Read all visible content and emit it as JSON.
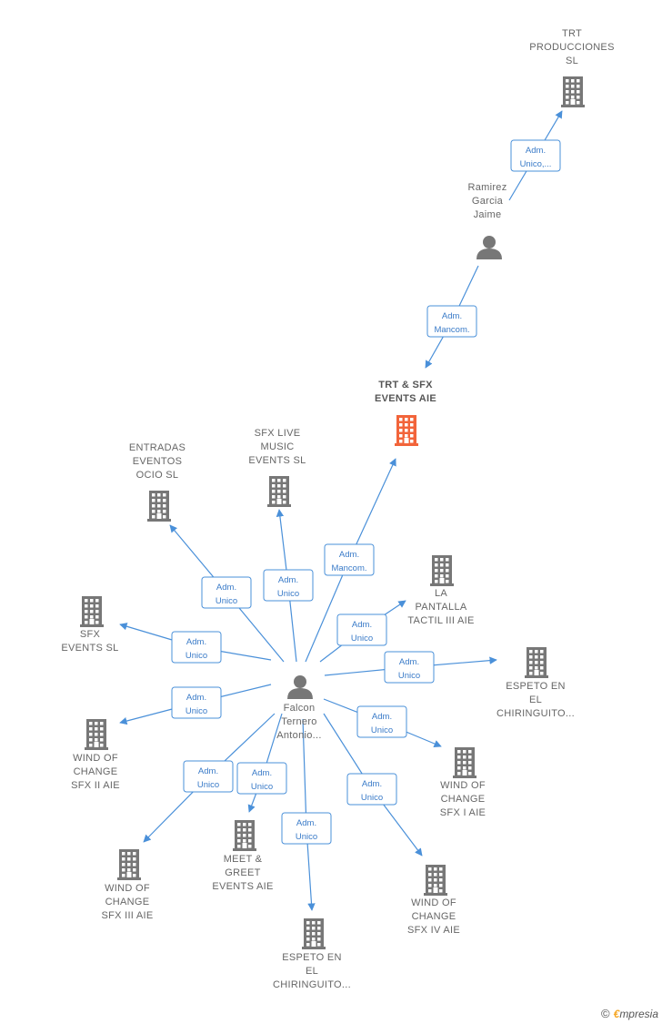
{
  "colors": {
    "edge": "#4a90d9",
    "node": "#777777",
    "focus": "#f2643a",
    "person": "#777777"
  },
  "nodes": [
    {
      "id": "trt_prod",
      "type": "company",
      "lines": [
        "TRT",
        "PRODUCCIONES",
        "SL"
      ]
    },
    {
      "id": "ramirez",
      "type": "person",
      "lines": [
        "Ramirez",
        "Garcia",
        "Jaime"
      ]
    },
    {
      "id": "trt_sfx",
      "type": "company",
      "focus": true,
      "lines": [
        "TRT & SFX",
        "EVENTS AIE"
      ]
    },
    {
      "id": "entradas",
      "type": "company",
      "lines": [
        "ENTRADAS",
        "EVENTOS",
        "OCIO  SL"
      ]
    },
    {
      "id": "sfxlive",
      "type": "company",
      "lines": [
        "SFX LIVE",
        "MUSIC",
        "EVENTS  SL"
      ]
    },
    {
      "id": "pantalla",
      "type": "company",
      "lines": [
        "LA",
        "PANTALLA",
        "TACTIL III  AIE"
      ]
    },
    {
      "id": "sfxevents",
      "type": "company",
      "lines": [
        "SFX",
        "EVENTS  SL"
      ]
    },
    {
      "id": "espeto1",
      "type": "company",
      "lines": [
        "ESPETO EN",
        "EL",
        "CHIRINGUITO..."
      ]
    },
    {
      "id": "falcon",
      "type": "person",
      "lines": [
        "Falcon",
        "Ternero",
        "Antonio..."
      ]
    },
    {
      "id": "wind2",
      "type": "company",
      "lines": [
        "WIND OF",
        "CHANGE",
        "SFX II AIE"
      ]
    },
    {
      "id": "wind1",
      "type": "company",
      "lines": [
        "WIND OF",
        "CHANGE",
        "SFX I AIE"
      ]
    },
    {
      "id": "meet",
      "type": "company",
      "lines": [
        "MEET &",
        "GREET",
        "EVENTS AIE"
      ]
    },
    {
      "id": "wind3",
      "type": "company",
      "lines": [
        "WIND OF",
        "CHANGE",
        "SFX III AIE"
      ]
    },
    {
      "id": "wind4",
      "type": "company",
      "lines": [
        "WIND OF",
        "CHANGE",
        "SFX IV AIE"
      ]
    },
    {
      "id": "espeto2",
      "type": "company",
      "lines": [
        "ESPETO EN",
        "EL",
        "CHIRINGUITO..."
      ]
    }
  ],
  "edges": [
    {
      "from": "ramirez",
      "to": "trt_prod",
      "label": [
        "Adm.",
        "Unico,..."
      ]
    },
    {
      "from": "ramirez",
      "to": "trt_sfx",
      "label": [
        "Adm.",
        "Mancom."
      ]
    },
    {
      "from": "falcon",
      "to": "trt_sfx",
      "label": [
        "Adm.",
        "Mancom."
      ]
    },
    {
      "from": "falcon",
      "to": "entradas",
      "label": [
        "Adm.",
        "Unico"
      ]
    },
    {
      "from": "falcon",
      "to": "sfxlive",
      "label": [
        "Adm.",
        "Unico"
      ]
    },
    {
      "from": "falcon",
      "to": "pantalla",
      "label": [
        "Adm.",
        "Unico"
      ]
    },
    {
      "from": "falcon",
      "to": "sfxevents",
      "label": [
        "Adm.",
        "Unico"
      ]
    },
    {
      "from": "falcon",
      "to": "espeto1",
      "label": [
        "Adm.",
        "Unico"
      ]
    },
    {
      "from": "falcon",
      "to": "wind2",
      "label": [
        "Adm.",
        "Unico"
      ]
    },
    {
      "from": "falcon",
      "to": "wind1",
      "label": [
        "Adm.",
        "Unico"
      ]
    },
    {
      "from": "falcon",
      "to": "meet",
      "label": [
        "Adm.",
        "Unico"
      ]
    },
    {
      "from": "falcon",
      "to": "wind3",
      "label": [
        "Adm.",
        "Unico"
      ]
    },
    {
      "from": "falcon",
      "to": "wind4",
      "label": [
        "Adm.",
        "Unico"
      ]
    },
    {
      "from": "falcon",
      "to": "espeto2",
      "label": [
        "Adm.",
        "Unico"
      ]
    }
  ],
  "footer": {
    "copyright_symbol": "©",
    "brand_initial": "€",
    "brand_rest": "mpresia"
  }
}
